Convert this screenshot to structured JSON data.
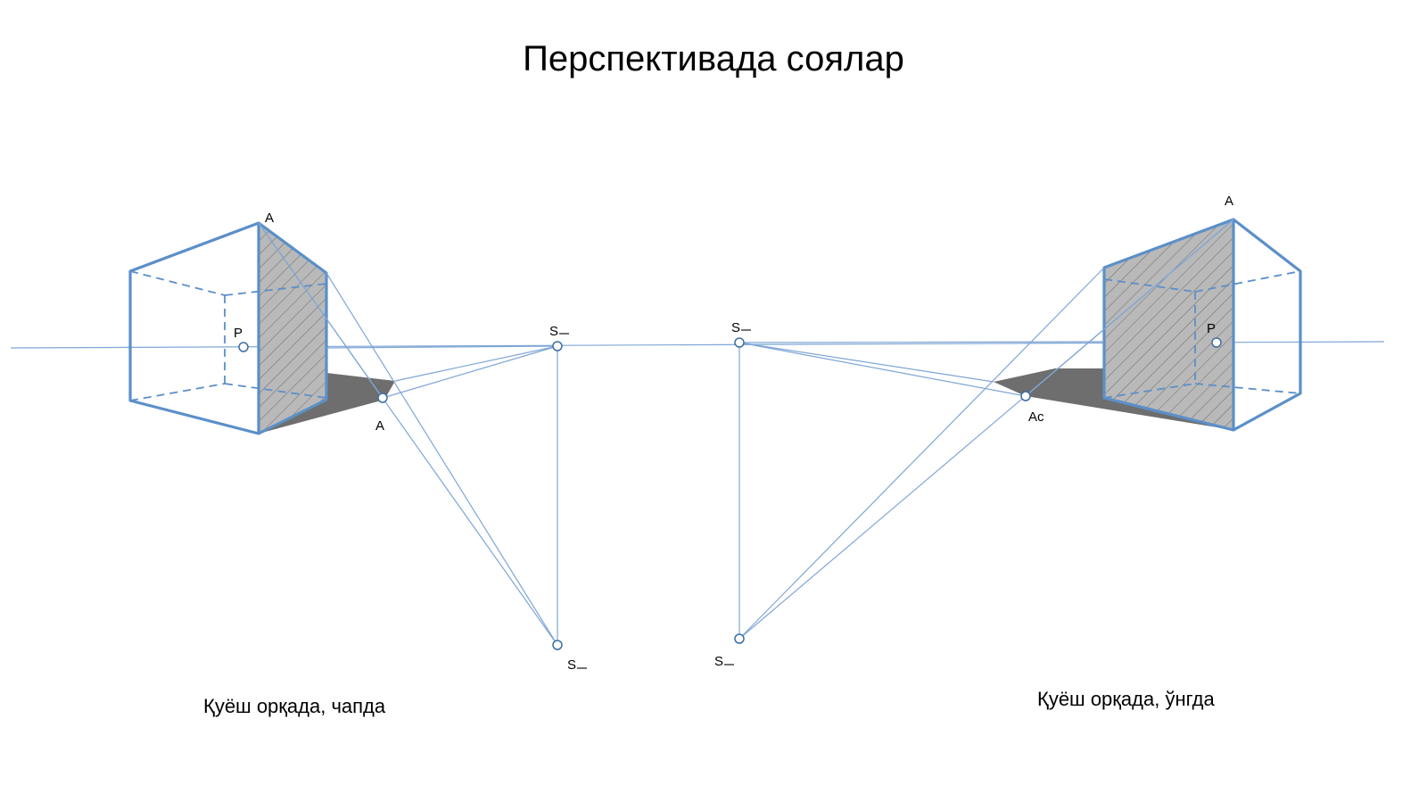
{
  "title": "Перспективада соялар",
  "captions": {
    "left": "Қуёш орқада, чапда",
    "right": "Қуёш орқада, ўнгда"
  },
  "labels": {
    "left": {
      "a_top": "A",
      "a_shadow": "A",
      "p": "P",
      "s_sun_proj": "S",
      "s_sun": "S"
    },
    "right": {
      "a_top": "A",
      "a_shadow": "Ac",
      "p": "P",
      "s_sun_proj": "S",
      "s_sun": "S"
    }
  },
  "colors": {
    "edge": "#5b8fc9",
    "thin_line": "#7fa6d6",
    "shadow_face": "#b9b9b9",
    "ground_shadow": "#6e6e6e"
  }
}
